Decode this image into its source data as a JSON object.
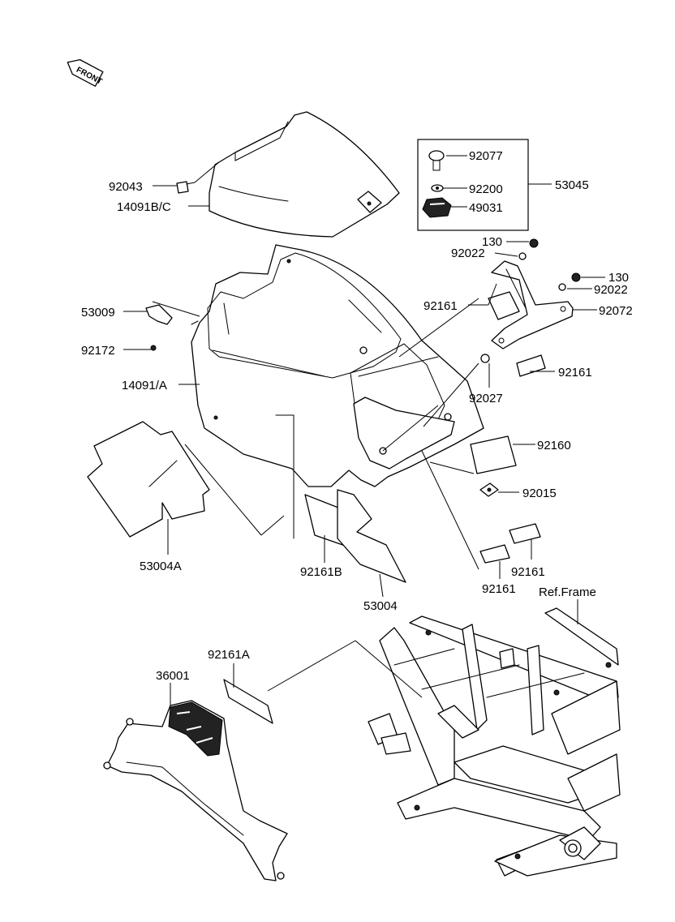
{
  "diagram": {
    "direction_badge": "FRONT",
    "labels": {
      "p92043": "92043",
      "p14091bc": "14091B/C",
      "p92077": "92077",
      "p92200": "92200",
      "p49031": "49031",
      "p53045": "53045",
      "p130a": "130",
      "p92022a": "92022",
      "p130b": "130",
      "p92022b": "92022",
      "p92161a": "92161",
      "p92072": "92072",
      "p53009": "53009",
      "p92172": "92172",
      "p92161b": "92161",
      "p14091a": "14091/A",
      "p92027": "92027",
      "p92160": "92160",
      "p92015": "92015",
      "p53004a": "53004A",
      "p92161B": "92161B",
      "p53004": "53004",
      "p92161c": "92161",
      "p92161d": "92161",
      "pRefFrame": "Ref.Frame",
      "p92161A": "92161A",
      "p36001": "36001"
    }
  }
}
